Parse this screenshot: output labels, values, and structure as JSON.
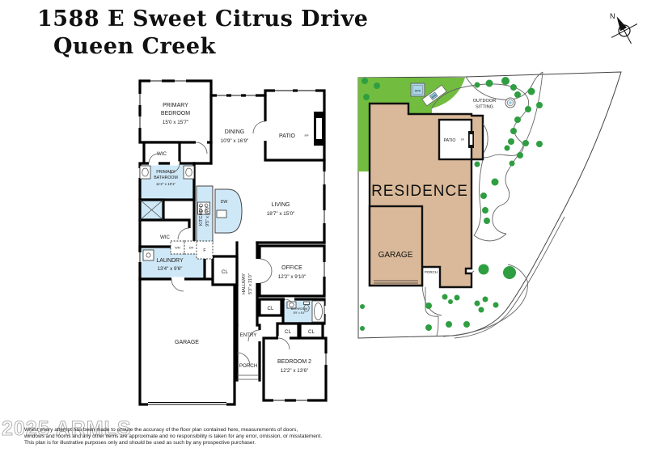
{
  "title": {
    "line1": "1588 E Sweet Citrus Drive",
    "line2": "Queen Creek"
  },
  "compass": {
    "north": "N"
  },
  "floor_plan": {
    "colors": {
      "wet": "#cfe8f7"
    },
    "primary_bedroom": {
      "line1": "PRIMARY",
      "line2": "BEDROOM",
      "dims": "15'0 x 15'7\""
    },
    "wic_upper": "WIC",
    "wic_lower": "WIC",
    "primary_bathroom": {
      "line1": "PRIMARY",
      "line2": "BATHROOM",
      "dims": "11'2\" x 10'1\""
    },
    "kitchen": {
      "name": "KITCHEN",
      "dims": "9'5\" x 17'9\""
    },
    "dishwasher": "DW",
    "fridge": "F",
    "washer": "WM",
    "dryer": "DR",
    "dining": {
      "name": "DINING",
      "dims": "10'9\" x 16'9\""
    },
    "patio": {
      "name": "PATIO",
      "fp": "FP"
    },
    "living": {
      "name": "LIVING",
      "dims": "18'7\" x 15'0\""
    },
    "laundry": {
      "name": "LAUNDRY",
      "dims": "13'4\" x 9'6\""
    },
    "hallway": {
      "name": "HALLWAY",
      "dims": "5'3\" x 21'0\""
    },
    "office": {
      "name": "OFFICE",
      "dims": "12'2\" x 9'10\""
    },
    "bathroom2": {
      "name": "BATHROOM",
      "dims": "8'9\" x 5'4\""
    },
    "closet": "CL",
    "entry": "ENTRY",
    "porch": "PORCH",
    "garage": "GARAGE",
    "bedroom2": {
      "name": "BEDROOM 2",
      "dims": "12'2\" x 13'6\""
    }
  },
  "site_plan": {
    "colors": {
      "lawn": "#72bd3f",
      "tree": "#2f9e41",
      "residence": "#d9b999",
      "spa": "#a8d7ea",
      "water": "#8fc7e0"
    },
    "residence": "RESIDENCE",
    "garage": "GARAGE",
    "porch": "PORCH",
    "patio": "PATIO",
    "patio_fp": "FP",
    "spa": "SPA",
    "bbq": "BBQ",
    "outdoor_sitting": {
      "line1": "OUTDOOR",
      "line2": "SITTING"
    },
    "trees": [
      [
        13,
        15,
        4
      ],
      [
        28,
        21,
        4
      ],
      [
        15,
        35,
        4
      ],
      [
        152,
        20,
        3.5
      ],
      [
        167,
        18,
        4.5
      ],
      [
        187,
        15,
        5
      ],
      [
        197,
        23,
        4
      ],
      [
        219,
        28,
        4.5
      ],
      [
        202,
        32,
        4
      ],
      [
        229,
        45,
        4
      ],
      [
        215,
        50,
        4
      ],
      [
        202,
        63,
        4
      ],
      [
        197,
        77,
        4
      ],
      [
        194,
        90,
        4
      ],
      [
        189,
        98,
        3.5
      ],
      [
        212,
        92,
        4
      ],
      [
        229,
        93,
        4
      ],
      [
        205,
        107,
        4
      ],
      [
        195,
        117,
        3.5
      ],
      [
        152,
        118,
        3.5
      ],
      [
        174,
        140,
        4.5
      ],
      [
        160,
        157,
        4
      ],
      [
        162,
        175,
        4
      ],
      [
        164,
        188,
        4
      ],
      [
        10,
        294,
        3
      ],
      [
        10,
        321,
        3
      ],
      [
        92,
        293,
        4
      ],
      [
        92,
        320,
        4
      ],
      [
        112,
        282,
        3.5
      ],
      [
        117,
        316,
        4
      ],
      [
        127,
        283,
        3.5
      ],
      [
        119,
        288,
        3
      ],
      [
        139,
        316,
        4
      ],
      [
        152,
        290,
        3.5
      ],
      [
        162,
        285,
        3.5
      ],
      [
        157,
        298,
        3.5
      ],
      [
        175,
        292,
        3.5
      ],
      [
        160,
        248,
        6.5
      ],
      [
        192,
        252,
        8
      ]
    ]
  },
  "footer": {
    "disclaimer_line1": "Whilst every attempt has been made to ensure the accuracy of the floor plan contained here, measurements of doors,",
    "disclaimer_line2": "windows and rooms and any other items are approximate and no responsibility is taken for any error, omission, or misstatement.",
    "disclaimer_line3": "This plan is for illustrative purposes only and should be used as such by any prospective purchaser.",
    "watermark": "2025 ARMLS"
  }
}
